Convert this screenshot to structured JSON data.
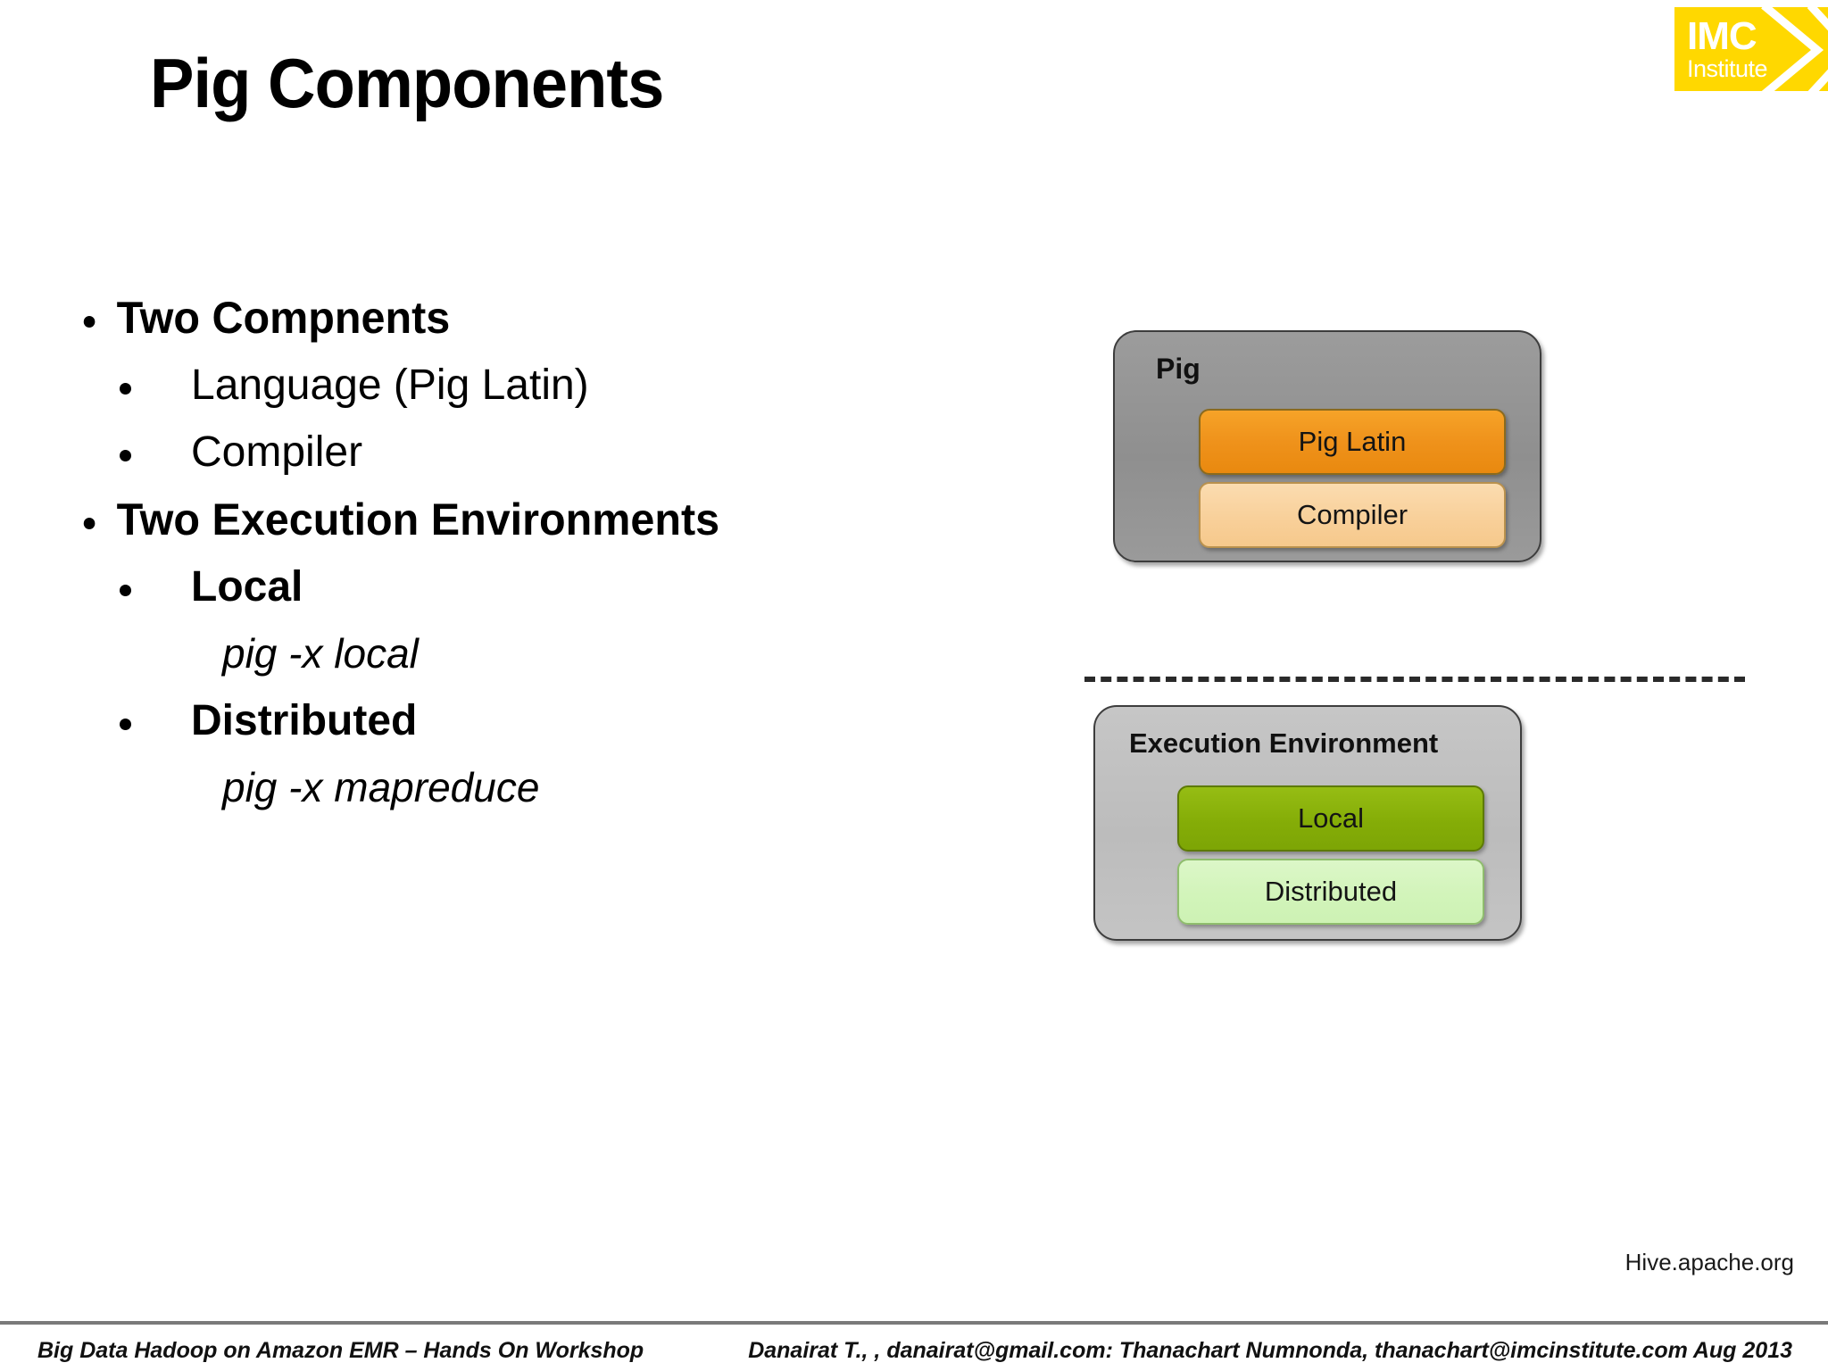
{
  "slide": {
    "title": "Pig Components",
    "background_color": "#ffffff"
  },
  "logo": {
    "brand": "IMC",
    "sub": "Institute",
    "background_color": "#ffd800",
    "text_color": "#ffffff",
    "mark": "chevron-mark"
  },
  "bullets": [
    {
      "level": 1,
      "text": "Two Compnents",
      "style": "bold",
      "bullet": true
    },
    {
      "level": 2,
      "text": "Language (Pig Latin)",
      "style": "regular",
      "bullet": true
    },
    {
      "level": 2,
      "text": "Compiler",
      "style": "regular",
      "bullet": true
    },
    {
      "level": 1,
      "text": "Two Execution Environments",
      "style": "bold",
      "bullet": true
    },
    {
      "level": 2,
      "text": "Local",
      "style": "bold",
      "bullet": true
    },
    {
      "level": 3,
      "text": "pig -x local",
      "style": "italic",
      "bullet": false
    },
    {
      "level": 2,
      "text": "Distributed",
      "style": "bold",
      "bullet": true
    },
    {
      "level": 3,
      "text": "pig -x mapreduce",
      "style": "italic",
      "bullet": false
    }
  ],
  "diagram": {
    "panels": [
      {
        "title": "Pig",
        "fill_color": "#939393",
        "chips": [
          {
            "label": "Pig Latin",
            "fill_color": "#ef921b"
          },
          {
            "label": "Compiler",
            "fill_color": "#f8d09a"
          }
        ]
      },
      {
        "title": "Execution Environment",
        "fill_color": "#c0c0c0",
        "chips": [
          {
            "label": "Local",
            "fill_color": "#85ad07"
          },
          {
            "label": "Distributed",
            "fill_color": "#d2f4ba"
          }
        ]
      }
    ],
    "divider": "dashed-separator"
  },
  "source_note": "Hive.apache.org",
  "footer": {
    "left": "Big Data Hadoop on Amazon EMR – Hands On Workshop",
    "right": "Danairat T., , danairat@gmail.com:  Thanachart Numnonda,  thanachart@imcinstitute.com   Aug 2013"
  }
}
